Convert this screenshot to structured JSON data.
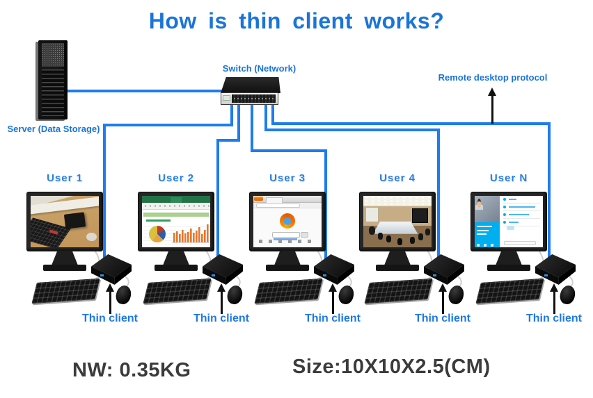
{
  "title": "How is thin client works?",
  "server": {
    "label": "Server (Data Storage)"
  },
  "switch": {
    "label": "Switch (Network)"
  },
  "protocol_label": "Remote desktop protocol",
  "thin_client_label": "Thin client",
  "users": [
    {
      "label": "User 1",
      "screen": "desk-photo",
      "thin_client_label": "Thin client"
    },
    {
      "label": "User 2",
      "screen": "spreadsheet",
      "thin_client_label": "Thin client"
    },
    {
      "label": "User 3",
      "screen": "firefox-browser",
      "thin_client_label": "Thin client"
    },
    {
      "label": "User 4",
      "screen": "meeting-room",
      "thin_client_label": "Thin client"
    },
    {
      "label": "User N",
      "screen": "video-chat",
      "thin_client_label": "Thin client"
    }
  ],
  "specs": {
    "net_weight": "NW: 0.35KG",
    "size": "Size:10X10X2.5(CM)"
  },
  "colors": {
    "accent_blue": "#1a74d9",
    "wire_blue": "#1e7cf0",
    "text_dark": "#3b3b3b"
  }
}
